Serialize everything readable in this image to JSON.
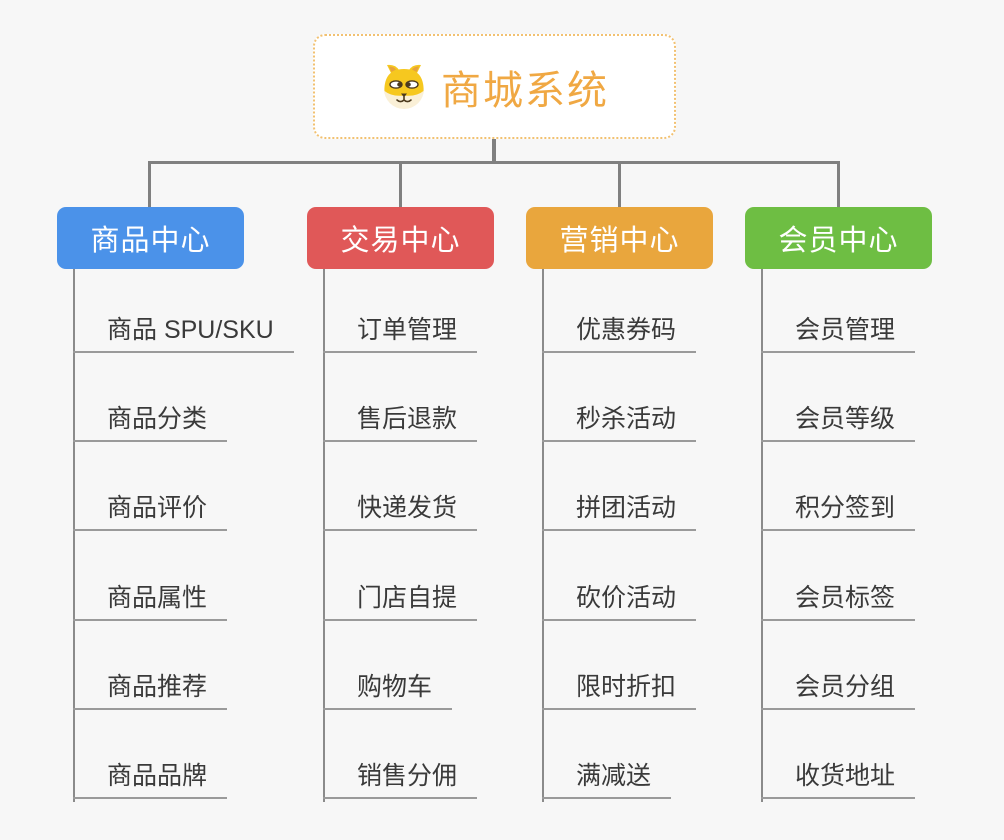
{
  "root": {
    "title": "商城系统",
    "icon": "dog-face-icon",
    "title_color": "#f0a843",
    "border_color": "#f2c171"
  },
  "branches": [
    {
      "label": "商品中心",
      "color": "#4b92e9",
      "children": [
        "商品 SPU/SKU",
        "商品分类",
        "商品评价",
        "商品属性",
        "商品推荐",
        "商品品牌"
      ]
    },
    {
      "label": "交易中心",
      "color": "#e05858",
      "children": [
        "订单管理",
        "售后退款",
        "快递发货",
        "门店自提",
        "购物车",
        "销售分佣"
      ]
    },
    {
      "label": "营销中心",
      "color": "#e9a63d",
      "children": [
        "优惠券码",
        "秒杀活动",
        "拼团活动",
        "砍价活动",
        "限时折扣",
        "满减送"
      ]
    },
    {
      "label": "会员中心",
      "color": "#6ebe43",
      "children": [
        "会员管理",
        "会员等级",
        "积分签到",
        "会员标签",
        "会员分组",
        "收货地址"
      ]
    }
  ],
  "palette": {
    "canvas_background": "#f7f7f7",
    "connector_color": "#808080",
    "sub_connector_color": "#9a9a9a",
    "topic_text_color": "#3a3a3a",
    "header_text_color": "#ffffff"
  }
}
